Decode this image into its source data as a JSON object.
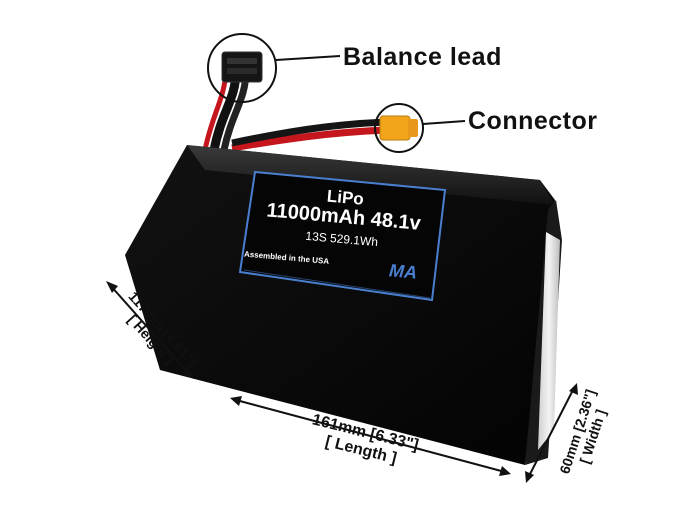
{
  "callouts": {
    "balance_lead": "Balance lead",
    "connector": "Connector"
  },
  "battery_label": {
    "chemistry": "LiPo",
    "capacity_voltage": "11000mAh 48.1v",
    "config_energy": "13S 529.1Wh",
    "assembled": "Assembled in the USA",
    "logo": "MA"
  },
  "dimensions": {
    "length": {
      "value": "161mm [6.33\"]",
      "label": "[ Length ]"
    },
    "height": {
      "value": "117mm [4.61\"]",
      "label": "[ Height ]"
    },
    "width": {
      "value": "60mm [2.36\"]",
      "label": "[ Width ]"
    }
  },
  "colors": {
    "battery_body": "#0a0a0a",
    "label_border": "#4a7fd0",
    "connector": "#f2a51a",
    "wire_red": "#c4161c"
  }
}
